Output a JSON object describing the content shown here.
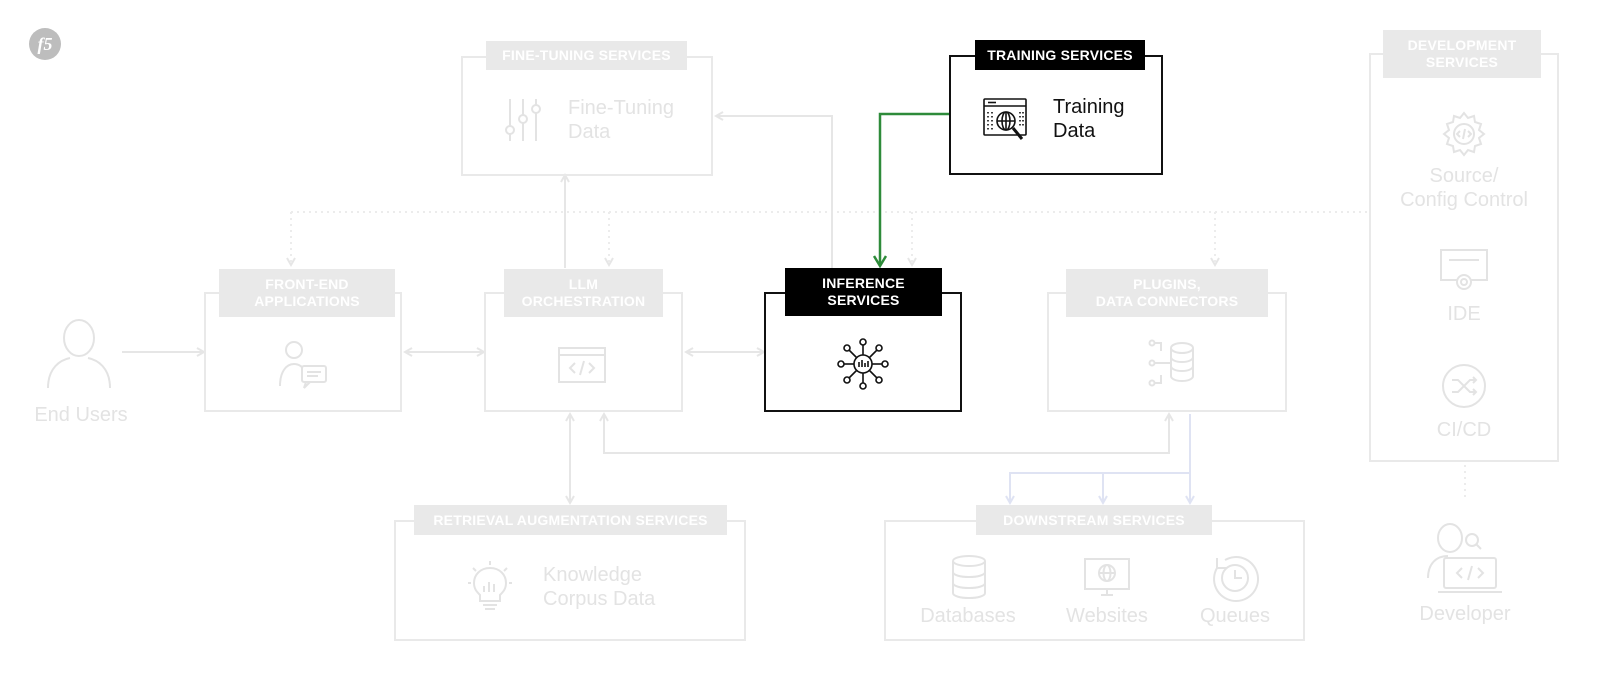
{
  "logo": "f5",
  "colors": {
    "faded": "#e9e9e9",
    "active": "#111111",
    "highlight_arrow": "#2e8b3a",
    "downstream_arrow": "#dfe3f3"
  },
  "nodes": {
    "fine_tuning": {
      "header": "FINE-TUNING SERVICES",
      "item": "Fine-Tuning\nData",
      "icon": "sliders-icon",
      "active": false
    },
    "training": {
      "header": "TRAINING SERVICES",
      "item": "Training\nData",
      "icon": "data-search-icon",
      "active": true
    },
    "development": {
      "header": "DEVELOPMENT\nSERVICES",
      "items": [
        "Source/\nConfig Control",
        "IDE",
        "CI/CD"
      ],
      "icons": [
        "gear-code-icon",
        "ide-icon",
        "shuffle-icon"
      ],
      "active": false
    },
    "end_users": {
      "label": "End Users",
      "icon": "person-icon"
    },
    "front_end": {
      "header": "FRONT-END\nAPPLICATIONS",
      "icon": "user-chat-icon",
      "active": false
    },
    "llm_orchestration": {
      "header": "LLM\nORCHESTRATION",
      "icon": "code-window-icon",
      "active": false
    },
    "inference": {
      "header": "INFERENCE\nSERVICES",
      "icon": "ai-network-icon",
      "active": true
    },
    "plugins": {
      "header": "PLUGINS,\nDATA CONNECTORS",
      "icon": "database-connector-icon",
      "active": false
    },
    "retrieval": {
      "header": "RETRIEVAL AUGMENTATION SERVICES",
      "item": "Knowledge\nCorpus Data",
      "icon": "lightbulb-chart-icon",
      "active": false
    },
    "downstream": {
      "header": "DOWNSTREAM SERVICES",
      "items": [
        "Databases",
        "Websites",
        "Queues"
      ],
      "icons": [
        "database-icon",
        "globe-monitor-icon",
        "clock-refresh-icon"
      ],
      "active": false
    },
    "developer": {
      "label": "Developer",
      "icon": "developer-laptop-icon"
    }
  },
  "highlighted_flow": {
    "from": "TRAINING SERVICES",
    "to": "INFERENCE SERVICES"
  }
}
